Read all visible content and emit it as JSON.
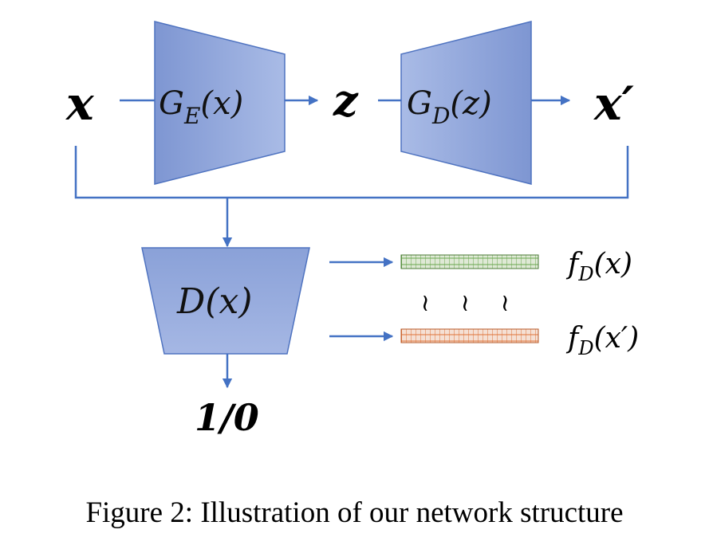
{
  "colors": {
    "block_fill": "#8fa6d9",
    "block_stroke": "#4f73c0",
    "arrow": "#4472c4",
    "real_feature": "#6aa84f",
    "fake_feature": "#e0733a"
  },
  "labels": {
    "input": "x",
    "encoder": "G",
    "encoder_sub": "E",
    "encoder_arg": "(x)",
    "latent": "z",
    "decoder": "G",
    "decoder_sub": "D",
    "decoder_arg": "(z)",
    "output": "x′",
    "discriminator": "D(x)",
    "disc_output": "1/0",
    "feat_real": "f",
    "feat_real_sub": "D",
    "feat_real_arg": "(x)",
    "feat_fake": "f",
    "feat_fake_sub": "D",
    "feat_fake_arg": "(x′)",
    "approx": "~"
  },
  "caption": "Figure 2: Illustration of our network structure"
}
